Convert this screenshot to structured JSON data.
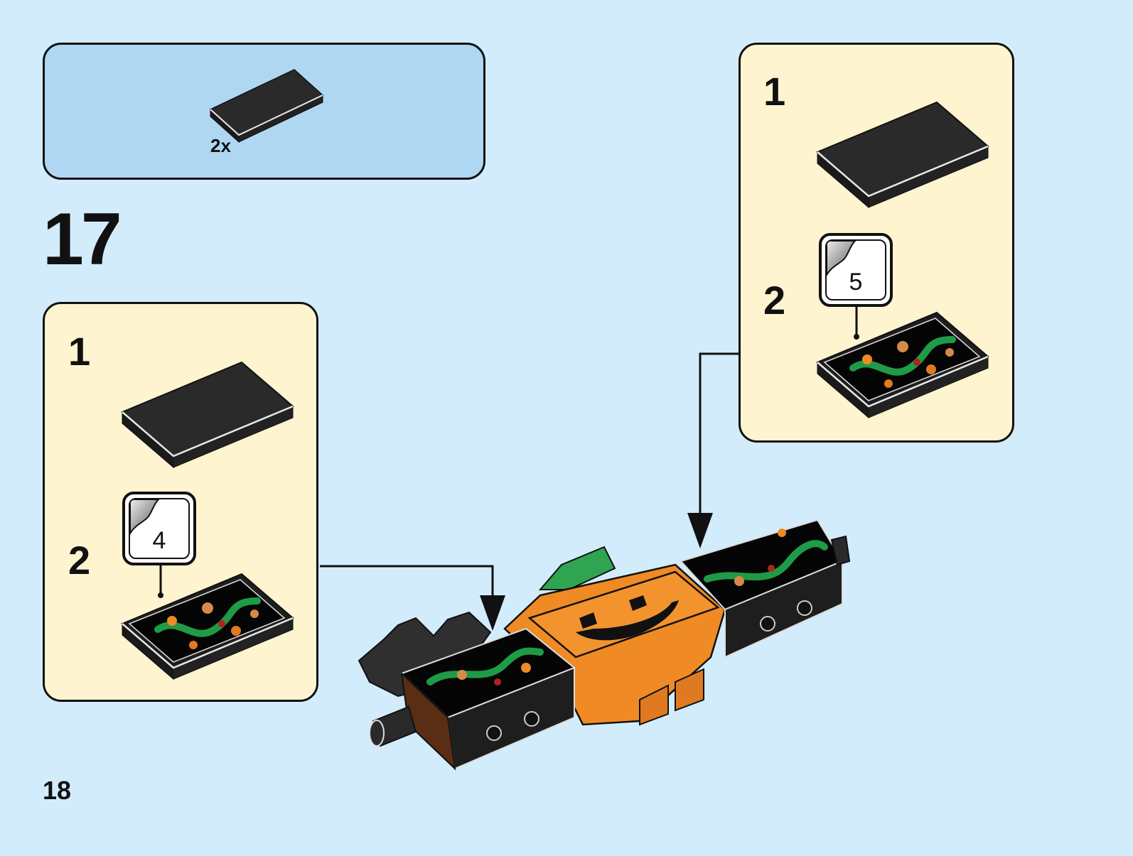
{
  "page": {
    "page_number": "18",
    "step_number": "17"
  },
  "parts_callout": {
    "quantity": "2x",
    "part": "black-tile-1x2-icon"
  },
  "subassembly_left": {
    "steps": [
      {
        "number": "1",
        "part": "black-tile-icon"
      },
      {
        "number": "2",
        "sticker_number": "4",
        "part": "decorated-tile-icon"
      }
    ]
  },
  "subassembly_right": {
    "steps": [
      {
        "number": "1",
        "part": "black-tile-icon"
      },
      {
        "number": "2",
        "sticker_number": "5",
        "part": "decorated-tile-icon"
      }
    ]
  },
  "colors": {
    "background": "#d3ecfb",
    "parts_box": "#b0d7f2",
    "sub_box": "#fff4d0",
    "tile": "#2a2a2a",
    "pumpkin": "#f08a24",
    "vine": "#1f9b47"
  }
}
